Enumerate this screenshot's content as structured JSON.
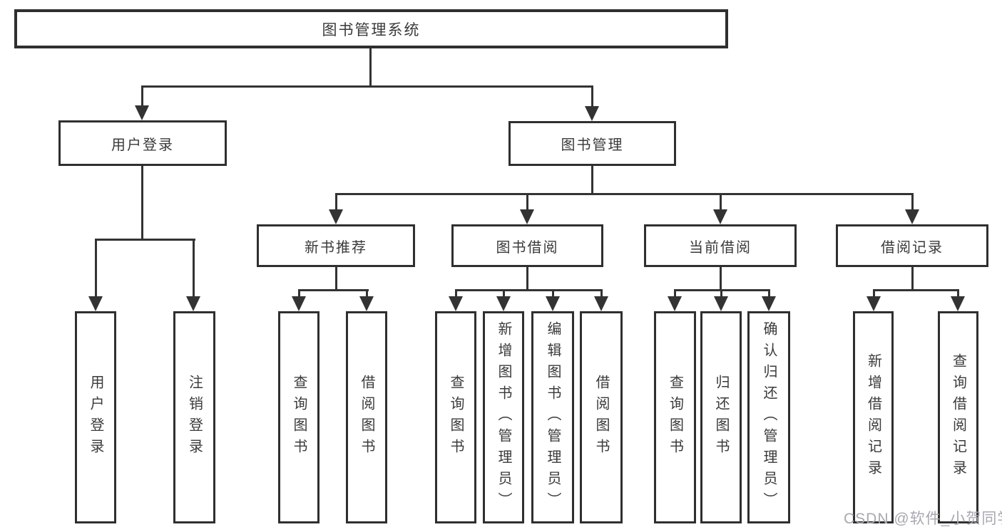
{
  "tree": {
    "label": "图书管理系统",
    "children": [
      {
        "label": "用户登录",
        "children": [
          {
            "label": "用户登录"
          },
          {
            "label": "注销登录"
          }
        ]
      },
      {
        "label": "图书管理",
        "children": [
          {
            "label": "新书推荐",
            "children": [
              {
                "label": "查询图书"
              },
              {
                "label": "借阅图书"
              }
            ]
          },
          {
            "label": "图书借阅",
            "children": [
              {
                "label": "查询图书"
              },
              {
                "label": "新增图书（管理员）"
              },
              {
                "label": "编辑图书（管理员）"
              },
              {
                "label": "借阅图书"
              }
            ]
          },
          {
            "label": "当前借阅",
            "children": [
              {
                "label": "查询图书"
              },
              {
                "label": "归还图书"
              },
              {
                "label": "确认归还（管理员）"
              }
            ]
          },
          {
            "label": "借阅记录",
            "children": [
              {
                "label": "新增借阅记录"
              },
              {
                "label": "查询借阅记录"
              }
            ]
          }
        ]
      }
    ]
  },
  "watermark": {
    "text": "CSDN @软件_小贺同学"
  },
  "colors": {
    "line": "#333333",
    "border": "#2f2f2f",
    "text": "#3a3a3a",
    "background": "#ffffff",
    "watermark": "#a8a8b0"
  }
}
